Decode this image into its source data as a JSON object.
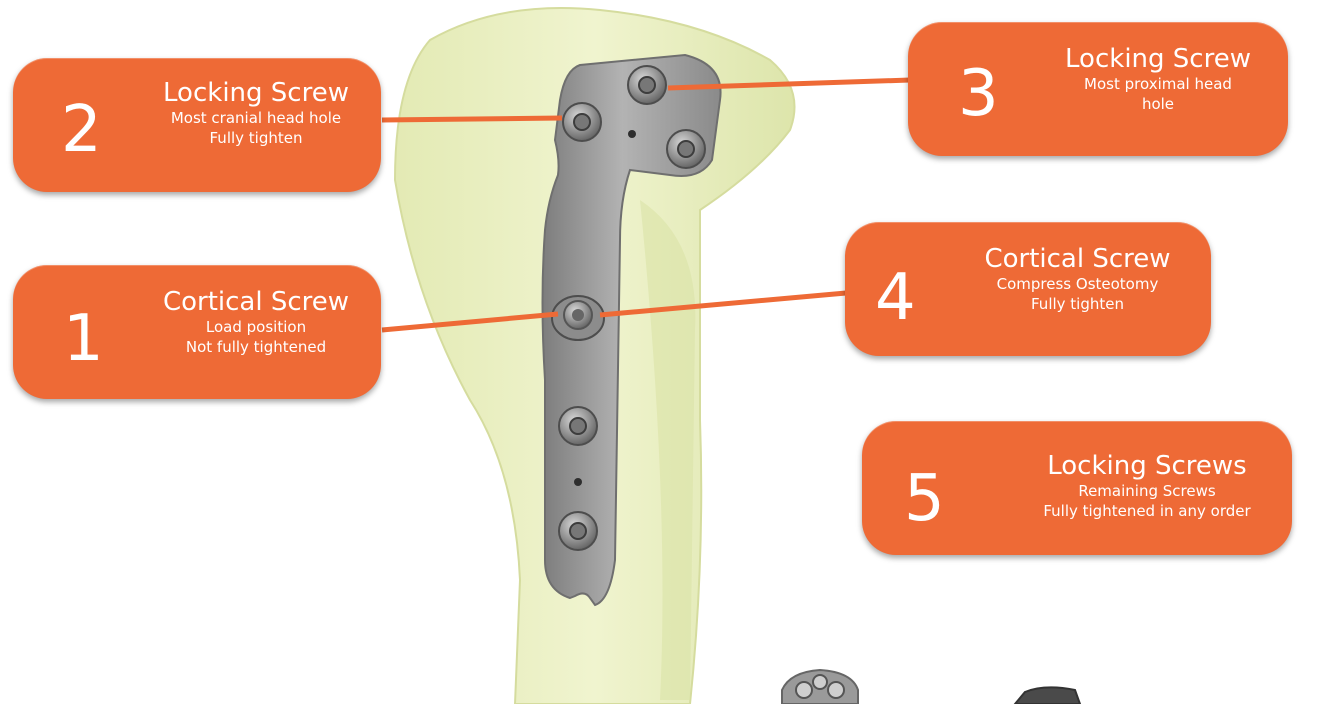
{
  "colors": {
    "callout": "#ee6a36",
    "bone": "#eaf0c2",
    "plate": "#9d9d9d",
    "leader": "#ee6a36"
  },
  "callouts": [
    {
      "number": "2",
      "title": "Locking Screw",
      "lines": [
        "Most cranial head hole",
        "Fully tighten"
      ]
    },
    {
      "number": "3",
      "title": "Locking Screw",
      "lines": [
        "Most proximal head",
        "hole"
      ]
    },
    {
      "number": "1",
      "title": "Cortical Screw",
      "lines": [
        "Load position",
        "Not fully tightened"
      ]
    },
    {
      "number": "4",
      "title": "Cortical Screw",
      "lines": [
        "Compress Osteotomy",
        "Fully tighten"
      ]
    },
    {
      "number": "5",
      "title": "Locking Screws",
      "lines": [
        "Remaining Screws",
        "Fully tightened in any order"
      ]
    }
  ]
}
